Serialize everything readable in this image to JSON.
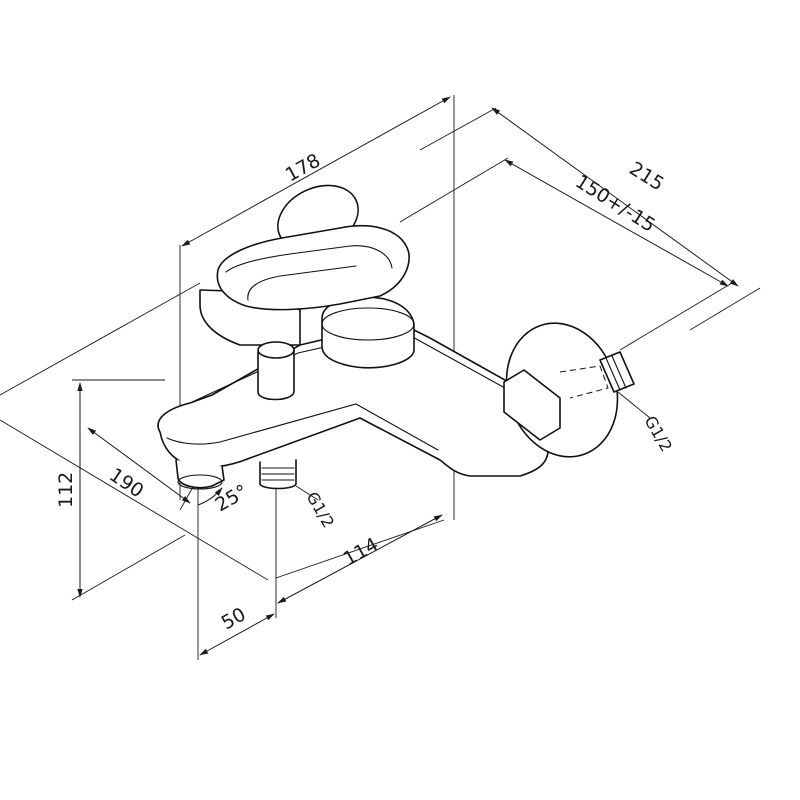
{
  "dimensions": {
    "overall_depth": "178",
    "overall_width": "215",
    "center_distance": "150+/-15",
    "height": "112",
    "spout_length": "190",
    "spout_angle": "25°",
    "spout_offset": "114",
    "spout_wall_offset": "50"
  },
  "thread_labels": {
    "inlet_thread": "G1/2",
    "outlet_thread": "G1/2"
  },
  "colors": {
    "line": "#111111",
    "background": "#ffffff"
  }
}
